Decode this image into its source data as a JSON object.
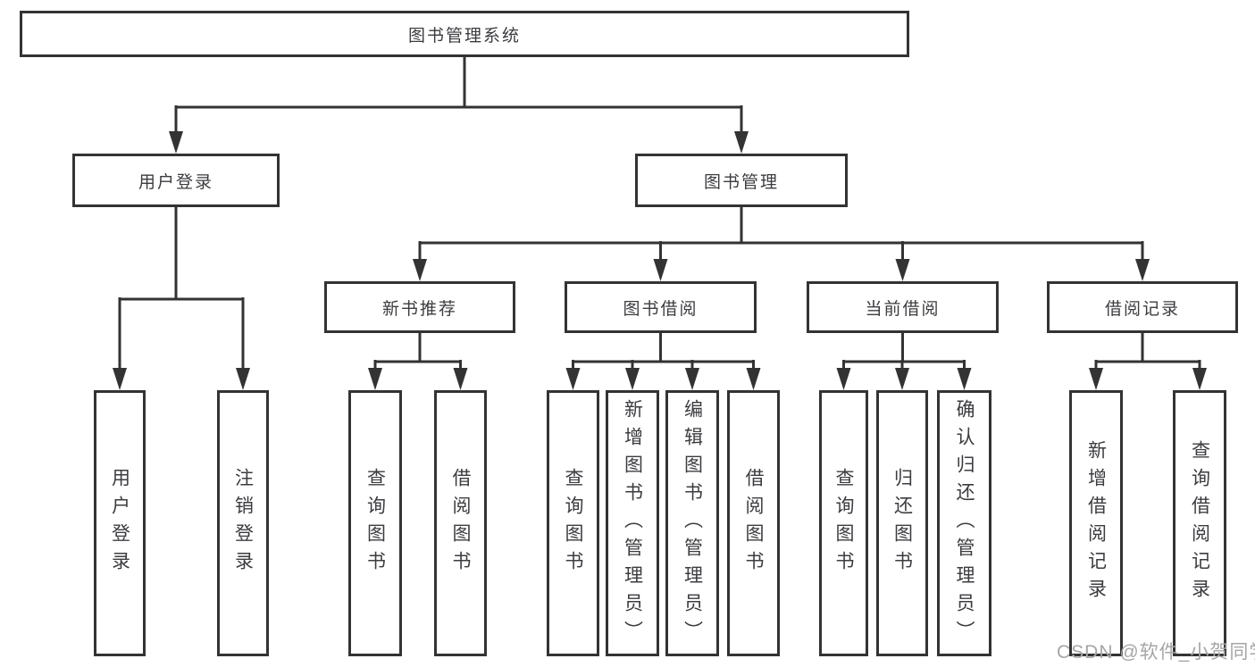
{
  "root": {
    "label": "图书管理系统"
  },
  "branches": [
    {
      "label": "用户登录",
      "children": [
        {
          "label": "用户登录"
        },
        {
          "label": "注销登录"
        }
      ]
    },
    {
      "label": "图书管理",
      "groups": [
        {
          "label": "新书推荐",
          "children": [
            {
              "label": "查询图书"
            },
            {
              "label": "借阅图书"
            }
          ]
        },
        {
          "label": "图书借阅",
          "children": [
            {
              "label": "查询图书"
            },
            {
              "label": "新增图书（管理员）"
            },
            {
              "label": "编辑图书（管理员）"
            },
            {
              "label": "借阅图书"
            }
          ]
        },
        {
          "label": "当前借阅",
          "children": [
            {
              "label": "查询图书"
            },
            {
              "label": "归还图书"
            },
            {
              "label": "确认归还（管理员）"
            }
          ]
        },
        {
          "label": "借阅记录",
          "children": [
            {
              "label": "新增借阅记录"
            },
            {
              "label": "查询借阅记录"
            }
          ]
        }
      ]
    }
  ],
  "watermark": "CSDN @软件_小贺同学",
  "colors": {
    "line": "#333333",
    "text": "#3c3c40",
    "watermark_text": "#a6a6a6",
    "background": "#ffffff"
  }
}
